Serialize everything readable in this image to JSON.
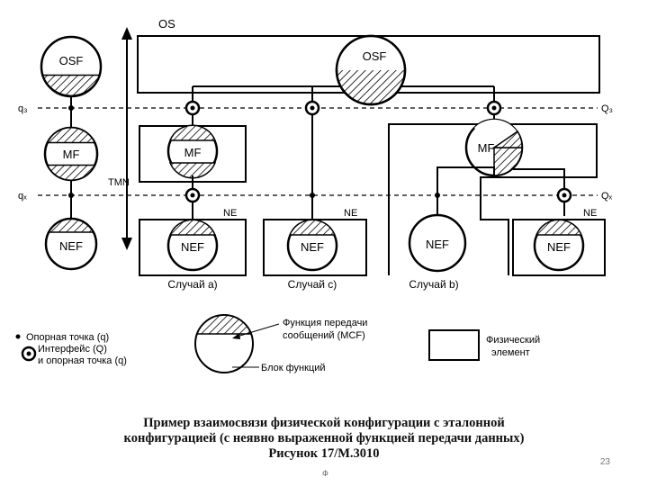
{
  "diagram": {
    "os_label": "OS",
    "osf_label": "OSF",
    "mf_label": "MF",
    "nef_label": "NEF",
    "ne_label": "NE",
    "tmn_label": "TMN",
    "q3_left": "q₃",
    "q3_right": "Q₃",
    "qx_left": "qₓ",
    "qx_right": "Qₓ",
    "case_a": "Случай а)",
    "case_c": "Случай с)",
    "case_b": "Случай b)"
  },
  "legend": {
    "reference_point": "Опорная точка (q)",
    "interface_line1": "Интерфейс (Q)",
    "interface_line2": "и опорная точка (q)",
    "mcf_line1": "Функция передачи",
    "mcf_line2": "сообщений (MCF)",
    "function_block": "Блок функций",
    "physical_line1": "Физический",
    "physical_line2": "элемент"
  },
  "caption": {
    "line1": "Пример взаимосвязи физической конфигурации с эталонной",
    "line2": "конфигурацией (с неявно выраженной функцией передачи данных)",
    "line3": "Рисунок 17/M.3010"
  },
  "footer": {
    "page_number": "23",
    "mark": "Ф"
  }
}
